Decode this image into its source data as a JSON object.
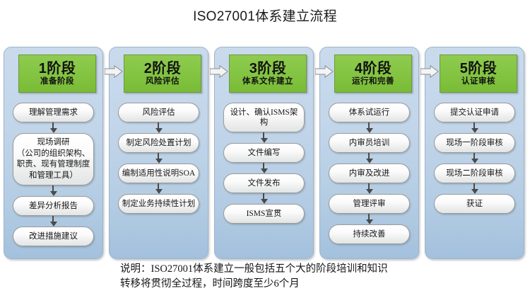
{
  "title": "ISO27001体系建立流程",
  "colors": {
    "panel_blue_top": "#c9daec",
    "panel_blue_bottom": "#a3c0dd",
    "stage_green": "#85c544",
    "step_box_white": "#ffffff",
    "arrow_gray": "#4a4a4a",
    "text": "#1a1a1a",
    "background": "#ffffff"
  },
  "stages": [
    {
      "number": "1阶段",
      "name": "准备阶段",
      "steps": [
        {
          "lines": [
            "理解管理需求"
          ]
        },
        {
          "lines": [
            "现场调研",
            "（公司的组织架构、",
            "职责、现有管理制度",
            "和管理工具）"
          ]
        },
        {
          "lines": [
            "差异分析报告"
          ]
        },
        {
          "lines": [
            "改进措施建议"
          ]
        }
      ]
    },
    {
      "number": "2阶段",
      "name": "风险评估",
      "steps": [
        {
          "lines": [
            "风险评估"
          ]
        },
        {
          "lines": [
            "制定风险处置计划"
          ]
        },
        {
          "lines": [
            "编制适用性说明SOA"
          ]
        },
        {
          "lines": [
            "制定业务持续性计划"
          ]
        }
      ]
    },
    {
      "number": "3阶段",
      "name": "体系文件建立",
      "steps": [
        {
          "lines": [
            "设计、确认ISMS架构"
          ]
        },
        {
          "lines": [
            "文件编写"
          ]
        },
        {
          "lines": [
            "文件发布"
          ]
        },
        {
          "lines": [
            "ISMS宣贯"
          ]
        }
      ]
    },
    {
      "number": "4阶段",
      "name": "运行和完善",
      "steps": [
        {
          "lines": [
            "体系试运行"
          ]
        },
        {
          "lines": [
            "内审员培训"
          ]
        },
        {
          "lines": [
            "内审及改进"
          ]
        },
        {
          "lines": [
            "管理评审"
          ]
        },
        {
          "lines": [
            "持续改善"
          ]
        }
      ]
    },
    {
      "number": "5阶段",
      "name": "认证审核",
      "steps": [
        {
          "lines": [
            "提交认证申请"
          ]
        },
        {
          "lines": [
            "现场一阶段审核"
          ]
        },
        {
          "lines": [
            "现场二阶段审核"
          ]
        },
        {
          "lines": [
            "获证"
          ]
        }
      ]
    }
  ],
  "footnote": {
    "line1": "说明：ISO27001体系建立一般包括五个大的阶段培训和知识",
    "line2": "转移将贯彻全过程，时间跨度至少6个月"
  }
}
